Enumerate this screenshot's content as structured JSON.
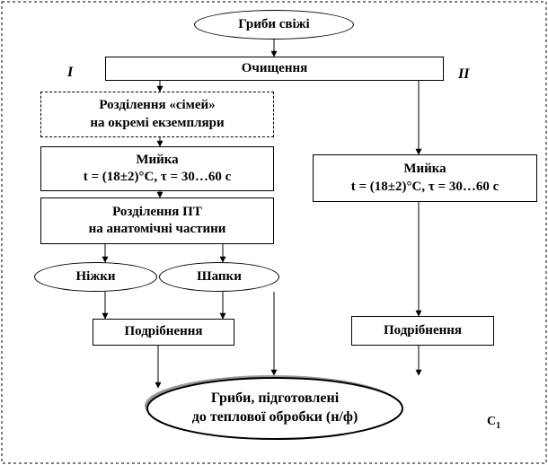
{
  "nodes": {
    "start": "Гриби свіжі",
    "cleaning": "Очищення",
    "separate_line1": "Розділення «сімей»",
    "separate_line2": "на окремі екземпляри",
    "wash_left_line1": "Мийка",
    "wash_left_line2": "t = (18±2)°С, τ = 30…60 с",
    "separate_pt_line1": "Розділення ПТ",
    "separate_pt_line2": "на анатомічні частини",
    "stems": "Ніжки",
    "caps": "Шапки",
    "grind_left": "Подрібнення",
    "wash_right_line1": "Мийка",
    "wash_right_line2": "t = (18±2)°С, τ = 30…60 с",
    "grind_right": "Подрібнення",
    "end_line1": "Гриби, підготовлені",
    "end_line2": "до теплової обробки (н/ф)"
  },
  "branch_labels": {
    "left": "I",
    "right": "II"
  },
  "corner_label": {
    "main": "С",
    "sub": "1"
  }
}
